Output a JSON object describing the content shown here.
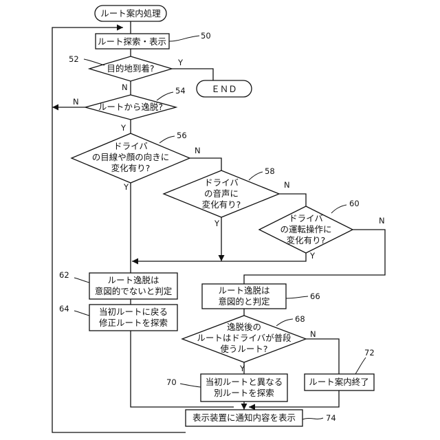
{
  "nodes": {
    "start": "ルート案内処理",
    "n50": "ルート探索・表示",
    "n52": "目的地到着?",
    "end": "ＥＮＤ",
    "n54": "ルートから逸脱?",
    "n56": [
      "ドライバ",
      "の目線や顔の向きに",
      "変化有り?"
    ],
    "n58": [
      "ドライバ",
      "の音声に",
      "変化有り?"
    ],
    "n60": [
      "ドライバ",
      "の運転操作に",
      "変化有り?"
    ],
    "n62": [
      "ルート逸脱は",
      "意図的でないと判定"
    ],
    "n64": [
      "当初ルートに戻る",
      "修正ルートを探索"
    ],
    "n66": [
      "ルート逸脱は",
      "意図的と判定"
    ],
    "n68": [
      "逸脱後の",
      "ルートはドライバが普段",
      "使うルート?"
    ],
    "n70": [
      "当初ルートと異なる",
      "別ルートを探索"
    ],
    "n72": "ルート案内終了",
    "n74": "表示装置に通知内容を表示"
  },
  "labels": {
    "yes": "Y",
    "no": "N"
  },
  "refs": {
    "r50": "50",
    "r52": "52",
    "r54": "54",
    "r56": "56",
    "r58": "58",
    "r60": "60",
    "r62": "62",
    "r64": "64",
    "r66": "66",
    "r68": "68",
    "r70": "70",
    "r72": "72",
    "r74": "74"
  }
}
